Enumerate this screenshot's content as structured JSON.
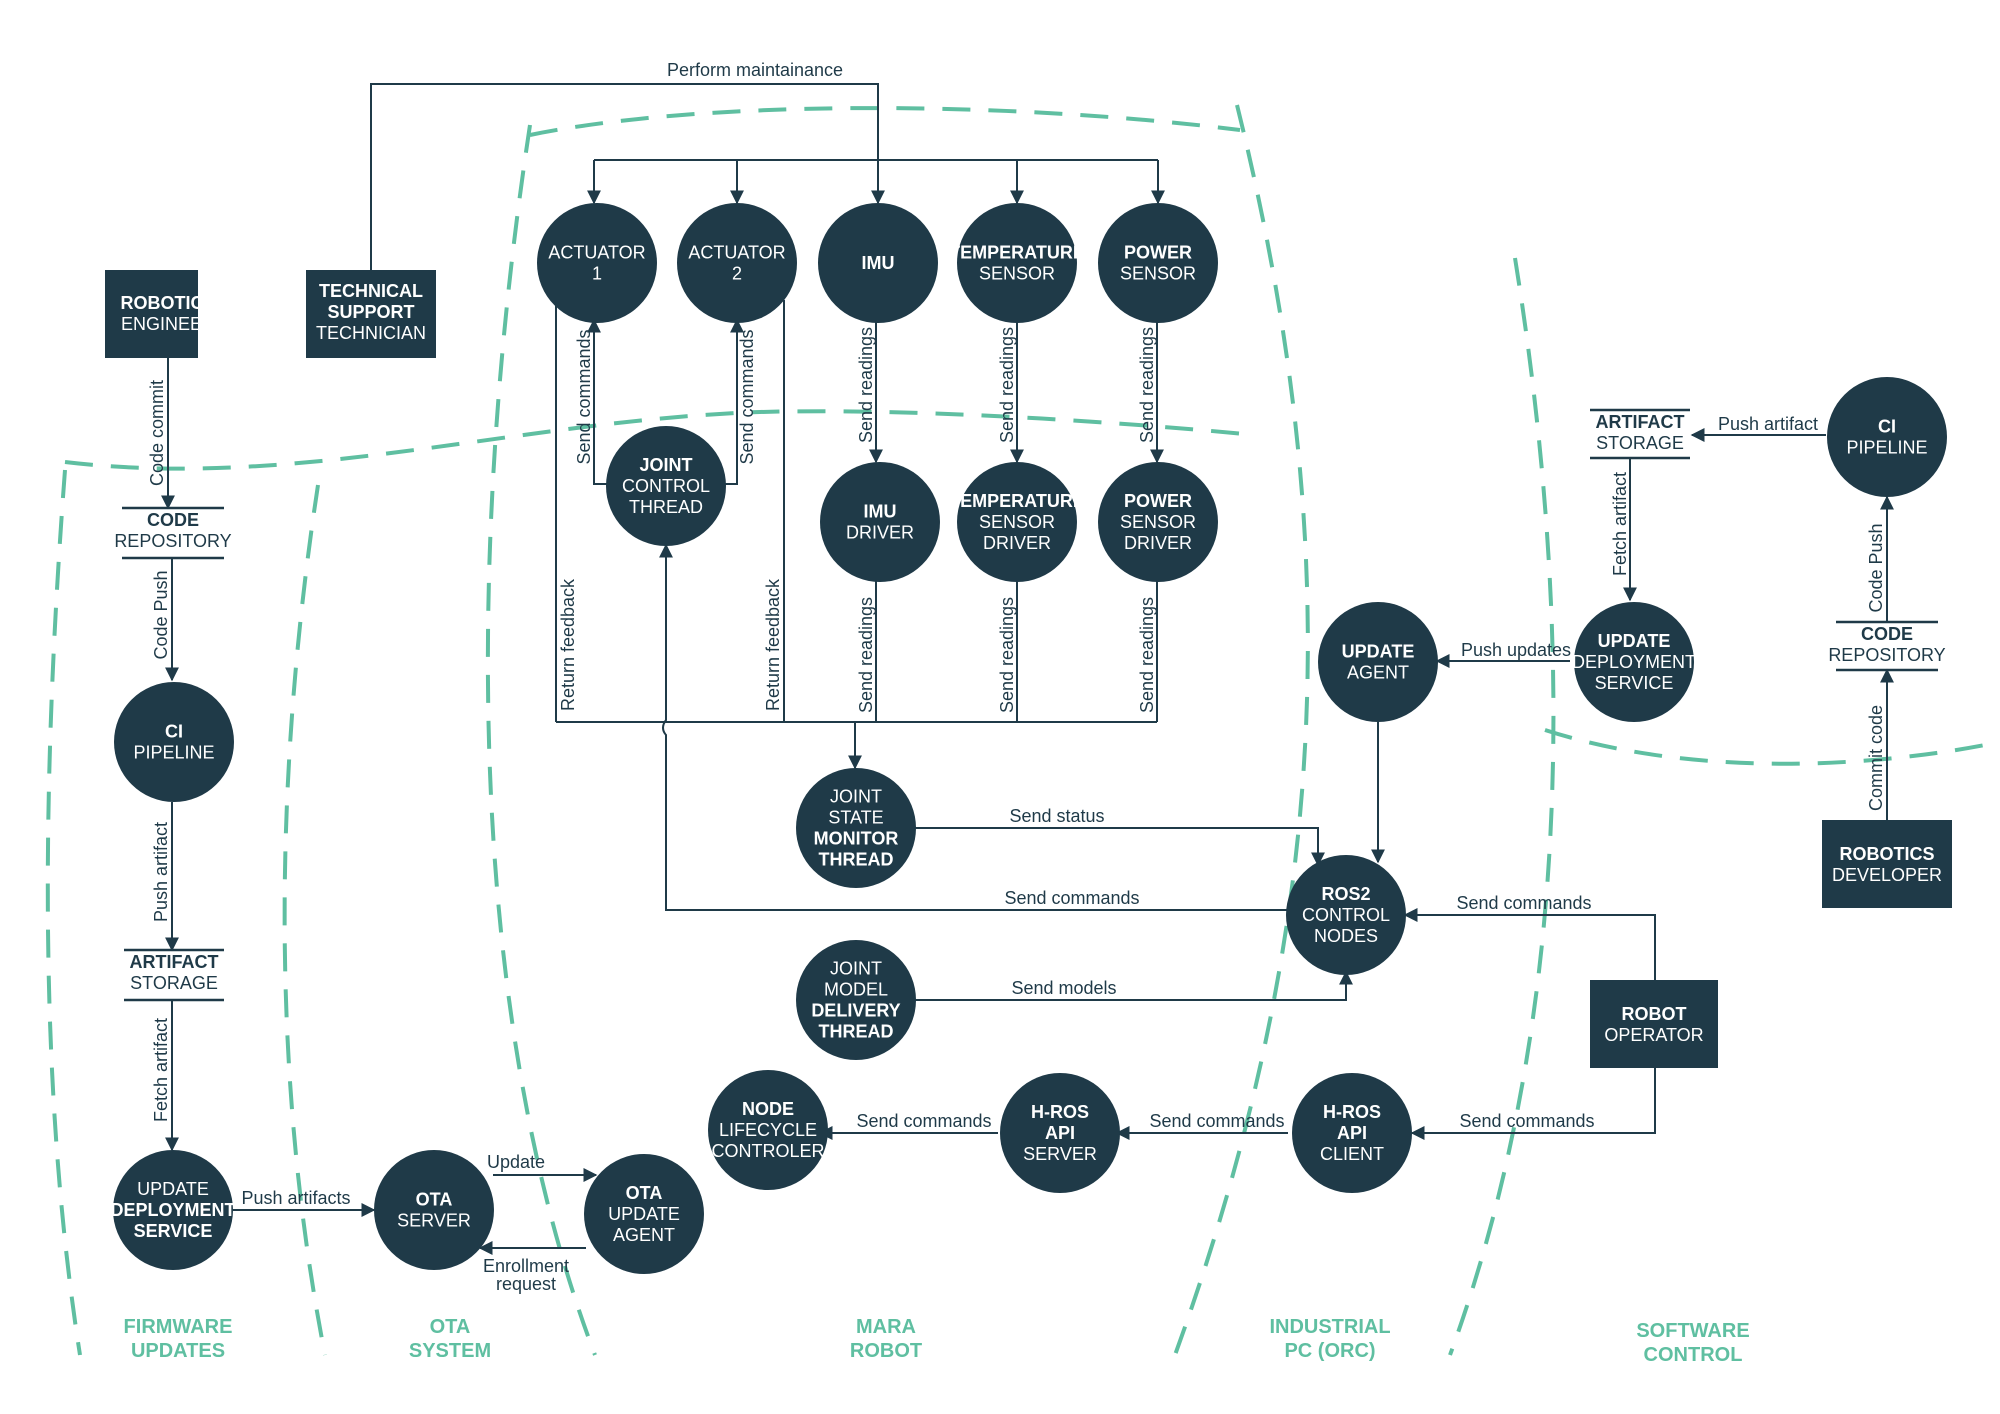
{
  "colors": {
    "node": "#1f3a48",
    "boundary": "#5fbfa1",
    "text": "#ffffff",
    "edge": "#1f3a48"
  },
  "zones": {
    "firmware": [
      "FIRMWARE",
      "UPDATES"
    ],
    "ota": [
      "OTA",
      "SYSTEM"
    ],
    "mara": [
      "MARA",
      "ROBOT"
    ],
    "industrial": [
      "INDUSTRIAL",
      "PC (ORC)"
    ],
    "software": [
      "SOFTWARE",
      "CONTROL"
    ]
  },
  "entities": {
    "robotics_engineer": [
      "ROBOTICS",
      "ENGINEER"
    ],
    "technical_support": [
      "TECHNICAL",
      "SUPPORT",
      "TECHNICIAN"
    ],
    "robot_operator": [
      "ROBOT",
      "OPERATOR"
    ],
    "robotics_developer": [
      "ROBOTICS",
      "DEVELOPER"
    ]
  },
  "stores": {
    "code_repo_left": [
      "CODE",
      "REPOSITORY"
    ],
    "artifact_left": [
      "ARTIFACT",
      "STORAGE"
    ],
    "artifact_right": [
      "ARTIFACT",
      "STORAGE"
    ],
    "code_repo_right": [
      "CODE",
      "REPOSITORY"
    ]
  },
  "processes": {
    "actuator1": [
      "ACTUATOR",
      "1"
    ],
    "actuator2": [
      "ACTUATOR",
      "2"
    ],
    "imu": [
      "IMU"
    ],
    "temperature_sensor": [
      "TEMPERATURE",
      "SENSOR"
    ],
    "power_sensor": [
      "POWER",
      "SENSOR"
    ],
    "joint_control": [
      "JOINT",
      "CONTROL",
      "THREAD"
    ],
    "imu_driver": [
      "IMU",
      "DRIVER"
    ],
    "temperature_driver": [
      "TEMPERATURE",
      "SENSOR",
      "DRIVER"
    ],
    "power_driver": [
      "POWER",
      "SENSOR",
      "DRIVER"
    ],
    "joint_state_monitor": [
      "JOINT",
      "STATE",
      "MONITOR",
      "THREAD"
    ],
    "joint_model_delivery": [
      "JOINT",
      "MODEL",
      "DELIVERY",
      "THREAD"
    ],
    "node_lifecycle": [
      "NODE",
      "LIFECYCLE",
      "CONTROLER"
    ],
    "hros_server": [
      "H-ROS",
      "API",
      "SERVER"
    ],
    "hros_client": [
      "H-ROS",
      "API",
      "CLIENT"
    ],
    "ros2_nodes": [
      "ROS2",
      "CONTROL",
      "NODES"
    ],
    "update_agent": [
      "UPDATE",
      "AGENT"
    ],
    "update_deploy_right": [
      "UPDATE",
      "DEPLOYMENT",
      "SERVICE"
    ],
    "ci_right": [
      "CI",
      "PIPELINE"
    ],
    "ci_left": [
      "CI",
      "PIPELINE"
    ],
    "update_deploy_left": [
      "UPDATE",
      "DEPLOYMENT",
      "SERVICE"
    ],
    "ota_server": [
      "OTA",
      "SERVER"
    ],
    "ota_agent": [
      "OTA",
      "UPDATE",
      "AGENT"
    ]
  },
  "flows": {
    "perform_maintainance": "Perform maintainance",
    "code_commit": "Code commit",
    "code_push_left": "Code Push",
    "push_artifact_left": "Push artifact",
    "fetch_artifact_left": "Fetch artifact",
    "push_artifacts": "Push artifacts",
    "update": "Update",
    "enrollment_request": [
      "Enrollment",
      "request"
    ],
    "send_commands_a1": "Send commands",
    "send_commands_a2": "Send commands",
    "return_feedback_1": "Return feedback",
    "return_feedback_2": "Return feedback",
    "send_readings_imu": "Send readings",
    "send_readings_temp": "Send readings",
    "send_readings_power": "Send readings",
    "send_readings_imu2": "Send readings",
    "send_readings_temp2": "Send readings",
    "send_readings_power2": "Send readings",
    "send_status": "Send status",
    "send_commands_ros": "Send commands",
    "send_models": "Send models",
    "send_commands_lc": "Send commands",
    "send_commands_srv": "Send commands",
    "send_commands_op_client": "Send commands",
    "send_commands_op_ros": "Send commands",
    "push_updates": "Push updates",
    "push_artifact_right": "Push artifact",
    "fetch_artifact_right": "Fetch artifact",
    "code_push_right": "Code Push",
    "commit_code": "Commit code"
  }
}
